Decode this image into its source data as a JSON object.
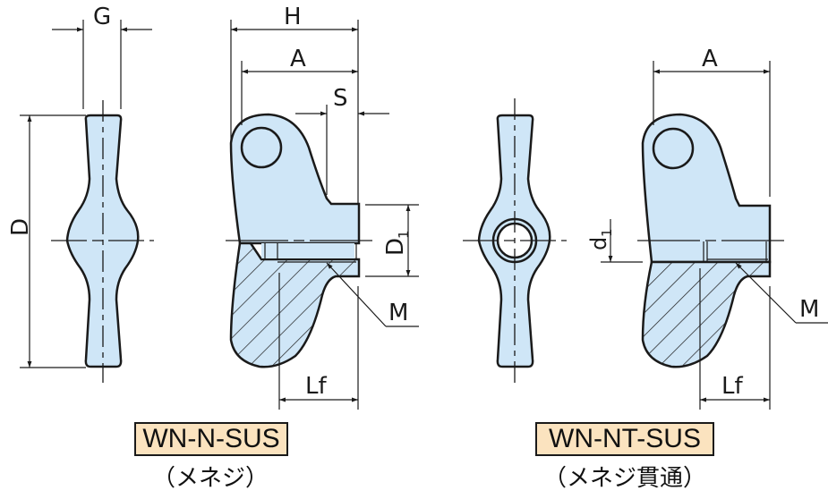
{
  "colors": {
    "part_fill": "#cfe6f7",
    "outline": "#1a1a1a",
    "label_box_fill": "#fbe3bf"
  },
  "dimensions": {
    "G": "G",
    "D": "D",
    "H": "H",
    "A": "A",
    "S": "S",
    "D1_main": "D",
    "D1_sub": "1",
    "M": "M",
    "Lf": "Lf",
    "d1_main": "d",
    "d1_sub": "1"
  },
  "models": [
    {
      "code": "WN-N-SUS",
      "description": "（メネジ）"
    },
    {
      "code": "WN-NT-SUS",
      "description": "（メネジ貫通）"
    }
  ]
}
